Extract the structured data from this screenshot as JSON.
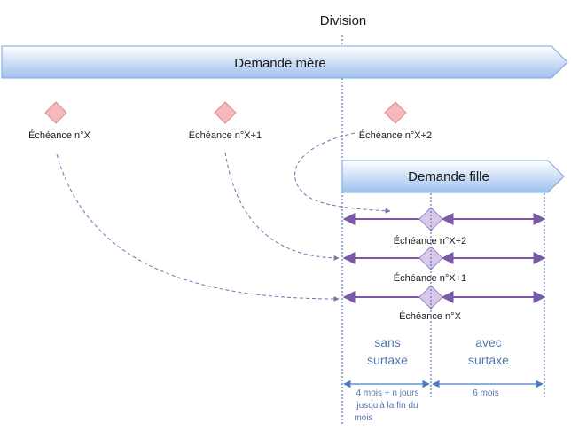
{
  "division_label": "Division",
  "mother_request": {
    "label": "Demande mère"
  },
  "child_request": {
    "label": "Demande fille"
  },
  "mother_milestones": [
    {
      "label": "Échéance n°X"
    },
    {
      "label": "Échéance n°X+1"
    },
    {
      "label": "Échéance n°X+2"
    }
  ],
  "child_milestones": [
    {
      "label": "Échéance n°X+2"
    },
    {
      "label": "Échéance n°X+1"
    },
    {
      "label": "Échéance n°X"
    }
  ],
  "regions": {
    "left": {
      "line1": "sans",
      "line2": "surtaxe"
    },
    "right": {
      "line1": "avec",
      "line2": "surtaxe"
    }
  },
  "durations": {
    "left": {
      "line1": "4 mois + n jours",
      "line2": "jusqu'à la fin du",
      "line3": "mois"
    },
    "right": {
      "line1": "6 mois"
    }
  },
  "colors": {
    "arrow_fill_top": "#ffffff",
    "arrow_fill_bottom": "#9ec0ee",
    "arrow_stroke": "#7fa6d8",
    "mother_diamond": "#f5b9bd",
    "mother_diamond_stroke": "#d98a90",
    "child_diamond": "#d8c8ea",
    "child_diamond_stroke": "#9e86c4",
    "timeline": "#7a5aa8",
    "division_line": "#5577b0",
    "curve": "#7d6fae",
    "duration_arrow": "#4a7cc4"
  }
}
